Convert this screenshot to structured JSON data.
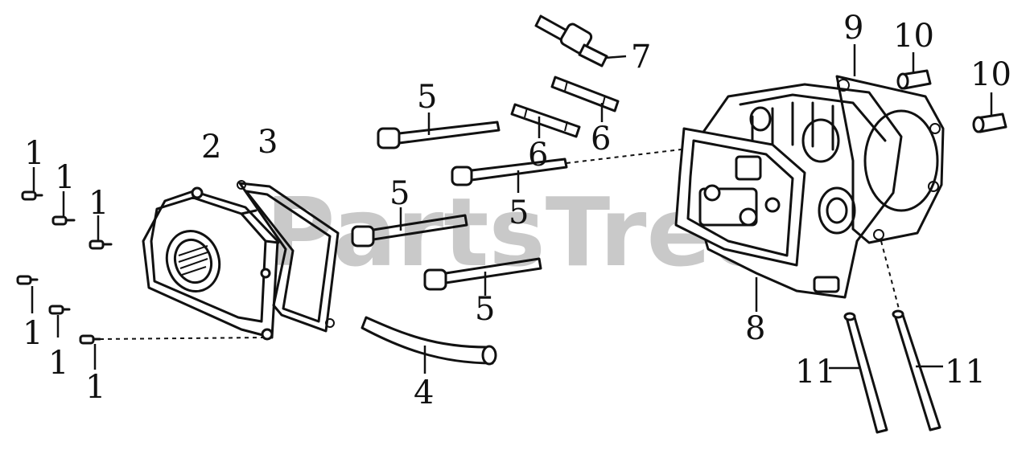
{
  "watermark": "PartsTree",
  "callouts": {
    "c1a": "1",
    "c1b": "1",
    "c1c": "1",
    "c1d": "1",
    "c1e": "1",
    "c1f": "1",
    "c2": "2",
    "c3": "3",
    "c4": "4",
    "c5a": "5",
    "c5b": "5",
    "c5c": "5",
    "c5d": "5",
    "c6a": "6",
    "c6b": "6",
    "c7": "7",
    "c8": "8",
    "c9": "9",
    "c10a": "10",
    "c10b": "10",
    "c11a": "11",
    "c11b": "11"
  }
}
